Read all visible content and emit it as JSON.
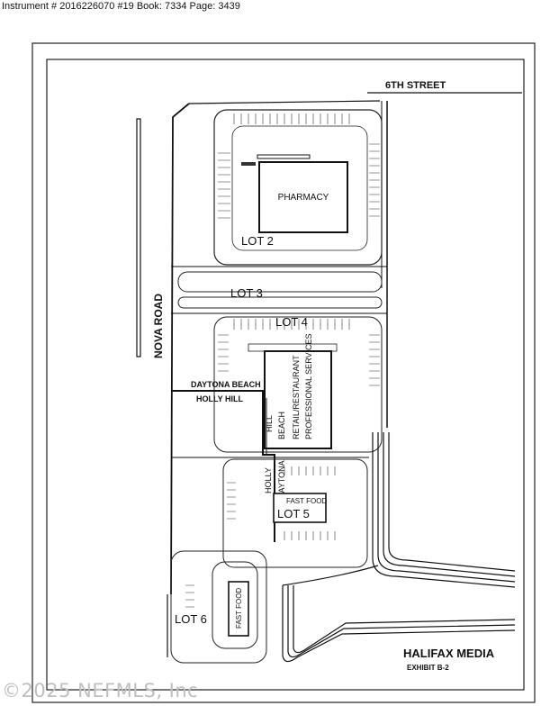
{
  "header": {
    "instrument_line": "Instrument # 2016226070 #19 Book: 7334 Page: 3439"
  },
  "streets": {
    "north": "6TH STREET",
    "west": "NOVA ROAD"
  },
  "buildings": {
    "pharmacy": "PHARMACY",
    "retail_line1": "RETAIL/RESTAURANT",
    "retail_line2": "PROFESSIONAL SERVICES",
    "fast_food_lot5": "FAST FOOD",
    "fast_food_lot6": "FAST FOOD"
  },
  "lots": {
    "lot2": "LOT 2",
    "lot3": "LOT 3",
    "lot4": "LOT 4",
    "lot5": "LOT 5",
    "lot6": "LOT 6"
  },
  "city_lines": {
    "daytona_beach": "DAYTONA BEACH",
    "holly_hill": "HOLLY HILL",
    "hill_v": "HILL",
    "beach_v": "BEACH",
    "holly_v": "HOLLY",
    "daytona_v": "DAYTONA"
  },
  "title_block": {
    "company": "HALIFAX MEDIA",
    "exhibit": "EXHIBIT B-2"
  },
  "watermark": "©2025 NEFMLS, Inc"
}
